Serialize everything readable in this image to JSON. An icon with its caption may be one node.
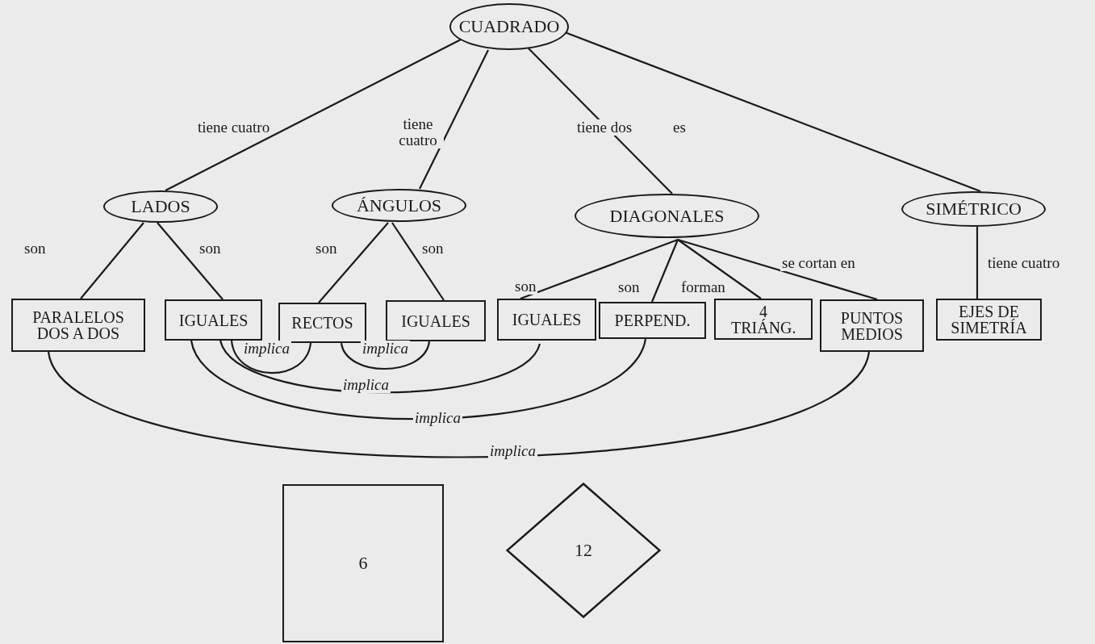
{
  "diagram": {
    "nodes": [
      {
        "text": [
          "CUADRADO"
        ]
      },
      {
        "text": [
          "LADOS"
        ]
      },
      {
        "text": [
          "ÁNGULOS"
        ]
      },
      {
        "text": [
          "DIAGONALES"
        ]
      },
      {
        "text": [
          "SIMÉTRICO"
        ]
      },
      {
        "text": [
          "PARALELOS DOS A DOS"
        ]
      },
      {
        "text": [
          "IGUALES"
        ]
      },
      {
        "text": [
          "RECTOS"
        ]
      },
      {
        "text": [
          "IGUALES"
        ]
      },
      {
        "text": [
          "IGUALES"
        ]
      },
      {
        "text": [
          "PERPEND."
        ]
      },
      {
        "text": [
          "4 TRIÁNG."
        ]
      },
      {
        "text": [
          "PUNTOS MEDIOS"
        ]
      },
      {
        "text": [
          "EJES DE SIMETRÍA"
        ]
      },
      {
        "text": [
          "6"
        ]
      },
      {
        "text": [
          "12"
        ]
      }
    ],
    "edges": [
      {
        "from": 0,
        "to": 1,
        "arrow": "none",
        "label": "tiene cuatro"
      },
      {
        "from": 0,
        "to": 2,
        "arrow": "none",
        "label": "tiene cuatro"
      },
      {
        "from": 0,
        "to": 3,
        "arrow": "none",
        "label": "tiene dos"
      },
      {
        "from": 0,
        "to": 4,
        "arrow": "none",
        "label": "es"
      },
      {
        "from": 1,
        "to": 5,
        "arrow": "none",
        "label": "son"
      },
      {
        "from": 1,
        "to": 6,
        "arrow": "none",
        "label": "son"
      },
      {
        "from": 2,
        "to": 7,
        "arrow": "none",
        "label": "son"
      },
      {
        "from": 2,
        "to": 8,
        "arrow": "none",
        "label": "son"
      },
      {
        "from": 3,
        "to": 9,
        "arrow": "none",
        "label": "son"
      },
      {
        "from": 3,
        "to": 10,
        "arrow": "none",
        "label": "son"
      },
      {
        "from": 3,
        "to": 11,
        "arrow": "none",
        "label": "forman"
      },
      {
        "from": 3,
        "to": 12,
        "arrow": "none",
        "label": "se cortan en"
      },
      {
        "from": 4,
        "to": 13,
        "arrow": "none",
        "label": "tiene cuatro"
      },
      {
        "from": 6,
        "to": 7,
        "arrow": "none",
        "label": "implica"
      },
      {
        "from": 7,
        "to": 8,
        "arrow": "none",
        "label": "implica"
      },
      {
        "from": 6,
        "to": 9,
        "arrow": "none",
        "label": "implica"
      },
      {
        "from": 6,
        "to": 10,
        "arrow": "none",
        "label": "implica"
      },
      {
        "from": 5,
        "to": 12,
        "arrow": "none",
        "label": "implica"
      }
    ]
  }
}
